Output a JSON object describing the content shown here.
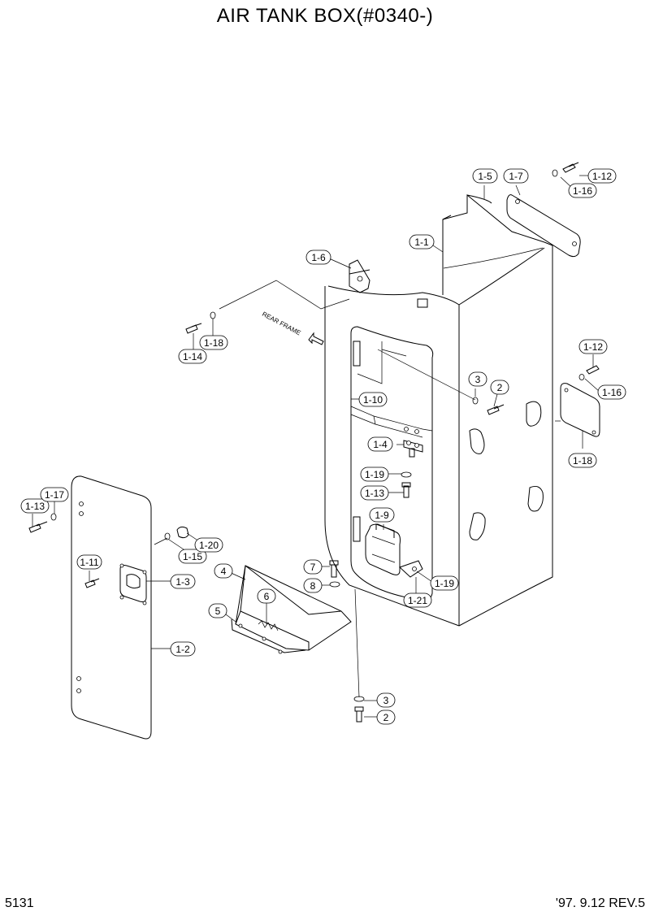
{
  "title": "AIR TANK BOX(#0340-)",
  "footer_left": "5131",
  "footer_right": "'97. 9.12  REV.5",
  "direction_label": "REAR FRAME",
  "labels": [
    "1-1",
    "1-2",
    "1-3",
    "1-4",
    "1-5",
    "1-6",
    "1-7",
    "1-9",
    "1-10",
    "1-11",
    "1-12",
    "1-12",
    "1-13",
    "1-13",
    "1-14",
    "1-15",
    "1-16",
    "1-16",
    "1-17",
    "1-18",
    "1-18",
    "1-19",
    "1-19",
    "1-20",
    "1-21",
    "2",
    "2",
    "3",
    "3",
    "4",
    "5",
    "6",
    "7",
    "8"
  ]
}
